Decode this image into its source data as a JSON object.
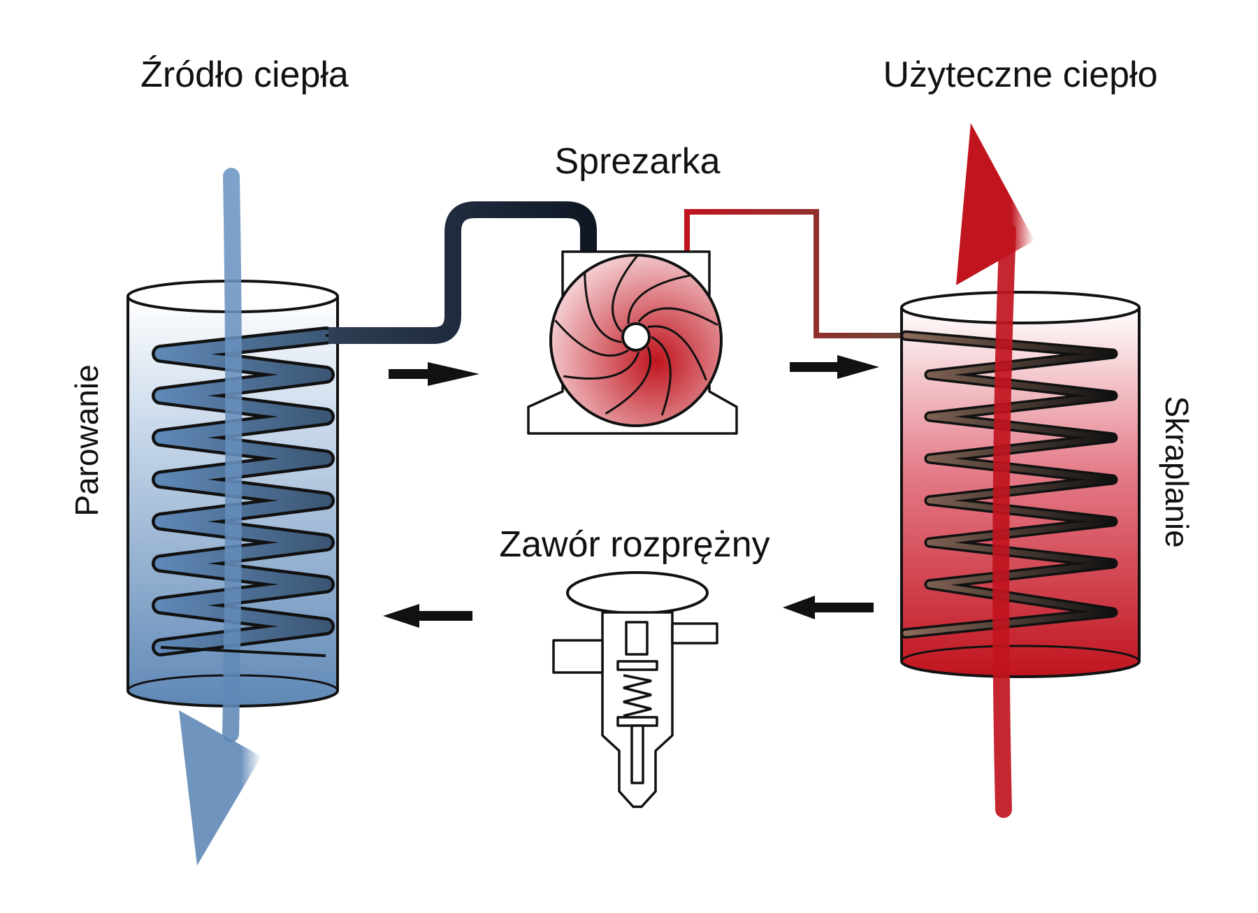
{
  "labels": {
    "heat_source": "Źródło ciepła",
    "useful_heat": "Użyteczne ciepło",
    "compressor": "Sprezarka",
    "expansion_valve": "Zawór rozprężny",
    "evaporation": "Parowanie",
    "condensation": "Skraplanie"
  },
  "colors": {
    "cold": "#5f88b6",
    "cold_light": "#e9f0f8",
    "hot": "#c0141e",
    "hot_light": "#fbe6ea",
    "pipe_dark": "#0f1724",
    "pipe_red": "#c0141e",
    "arrow": "#111111"
  },
  "icons": {
    "compressor": "compressor-icon",
    "valve": "expansion-valve-icon",
    "flow": "flow-arrow-icon"
  }
}
